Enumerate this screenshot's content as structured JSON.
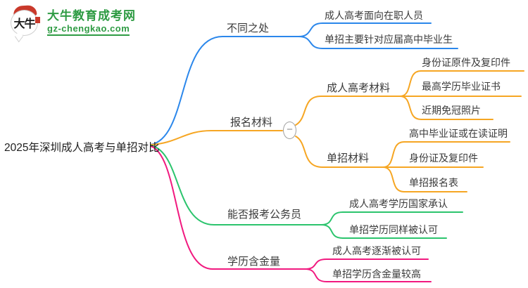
{
  "logo": {
    "icon_text": "大牛",
    "site_name": "大牛教育成考网",
    "site_url": "gz-chengkao.com"
  },
  "root": {
    "title": "2025年深圳成人高考与单招对比"
  },
  "collapse_button": {
    "symbol": "−"
  },
  "colors": {
    "branch_differences": "#2b87eb",
    "branch_materials": "#f6a623",
    "branch_civil_service": "#2bc46d",
    "branch_recognition": "#f1197f",
    "collapse_border": "#a0a0a0"
  },
  "branches": [
    {
      "label": "不同之处",
      "children": [
        "成人高考面向在职人员",
        "单招主要针对应届高中毕业生"
      ]
    },
    {
      "label": "报名材料",
      "groups": [
        {
          "label": "成人高考材料",
          "children": [
            "身份证原件及复印件",
            "最高学历毕业证书",
            "近期免冠照片"
          ]
        },
        {
          "label": "单招材料",
          "children": [
            "高中毕业证或在读证明",
            "身份证及复印件",
            "单招报名表"
          ]
        }
      ]
    },
    {
      "label": "能否报考公务员",
      "children": [
        "成人高考学历国家承认",
        "单招学历同样被认可"
      ]
    },
    {
      "label": "学历含金量",
      "children": [
        "成人高考逐渐被认可",
        "单招学历含金量较高"
      ]
    }
  ]
}
